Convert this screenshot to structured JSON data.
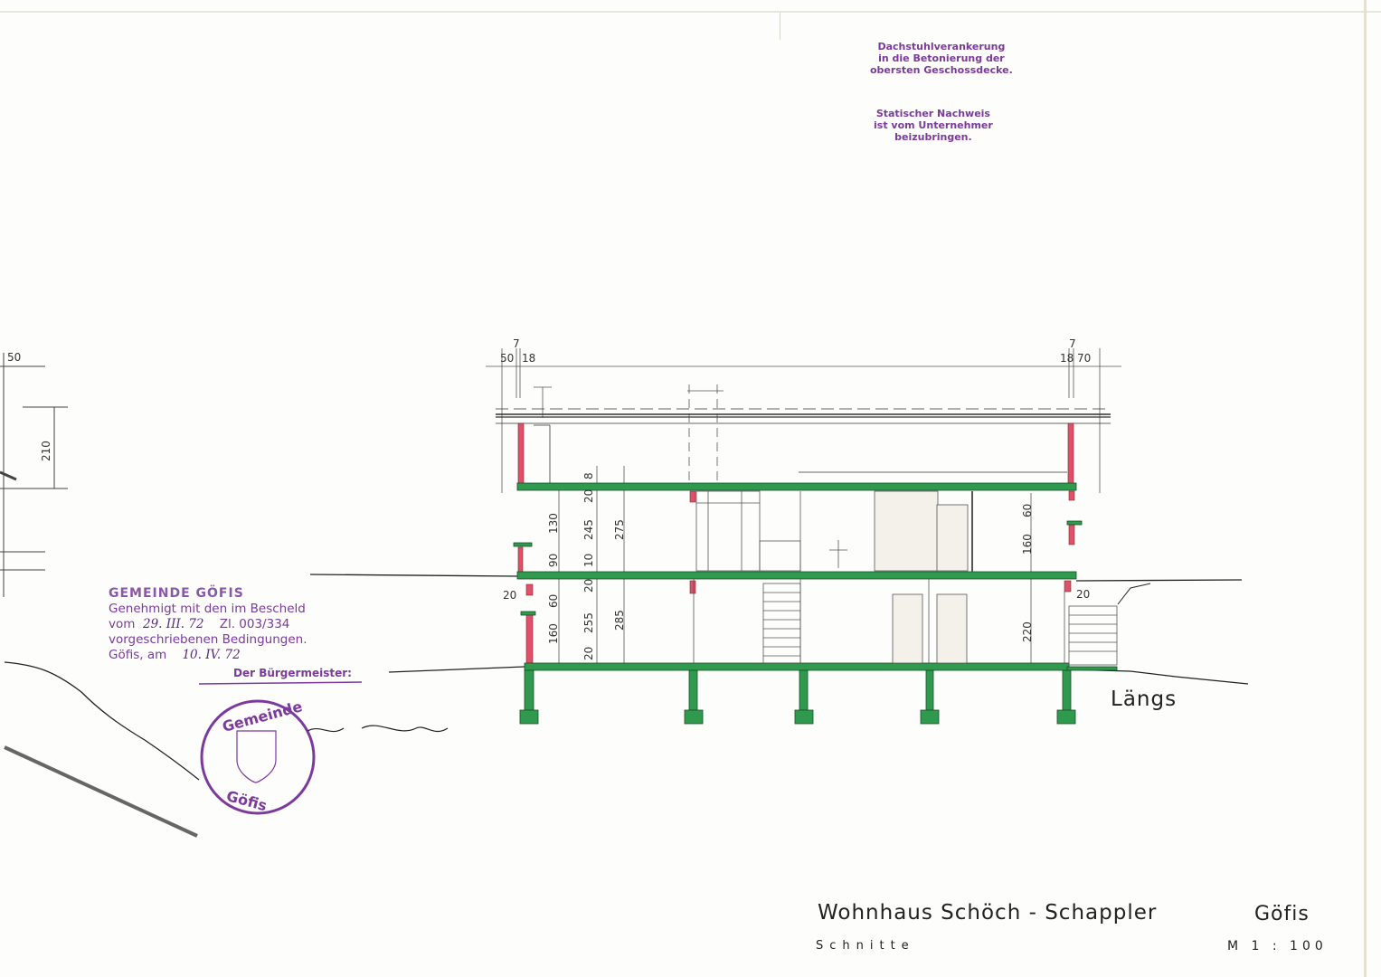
{
  "title_block": {
    "title": "Wohnhaus  Schöch - Schappler",
    "place": "Göfis",
    "subtitle": "Schnitte",
    "scale": "M 1 : 100"
  },
  "section_label": "Längs",
  "note_stamp_1": {
    "lines": [
      "Dachstuhlverankerung",
      "in die Betonierung der",
      "obersten Geschossdecke."
    ]
  },
  "note_stamp_2": {
    "lines": [
      "Statischer Nachweis",
      "ist vom Unternehmer",
      "beizubringen."
    ]
  },
  "approval_stamp": {
    "heading": "GEMEINDE GÖFIS",
    "line1": "Genehmigt mit den im Bescheld",
    "line2_prefix": "vom",
    "line2_date": "29. III. 72",
    "line2_ref": "Zl. 003/334",
    "line3": "vorgeschriebenen Bedingungen.",
    "line4_prefix": "Göfis, am",
    "line4_date": "10. IV. 72",
    "signature_label": "Der Bürgermeister:",
    "seal_text_top": "Gemeinde",
    "seal_text_bottom": "Göfis"
  },
  "dimensions": {
    "top_left": [
      "7",
      "50",
      "18"
    ],
    "top_right": [
      "7",
      "18",
      "70"
    ],
    "upper_floor": [
      "8",
      "20",
      "130",
      "245",
      "275",
      "90",
      "10"
    ],
    "lower_floor": [
      "20",
      "20",
      "60",
      "160",
      "255",
      "285",
      "20"
    ],
    "right_upper": [
      "60",
      "160"
    ],
    "right_lower": [
      "20",
      "220"
    ],
    "left_partial": [
      "50",
      "210"
    ]
  },
  "colors": {
    "slab_green": "#2f9a4e",
    "wall_red": "#e0506a",
    "stamp_purple": "#7b3a9c",
    "line": "#333333"
  }
}
